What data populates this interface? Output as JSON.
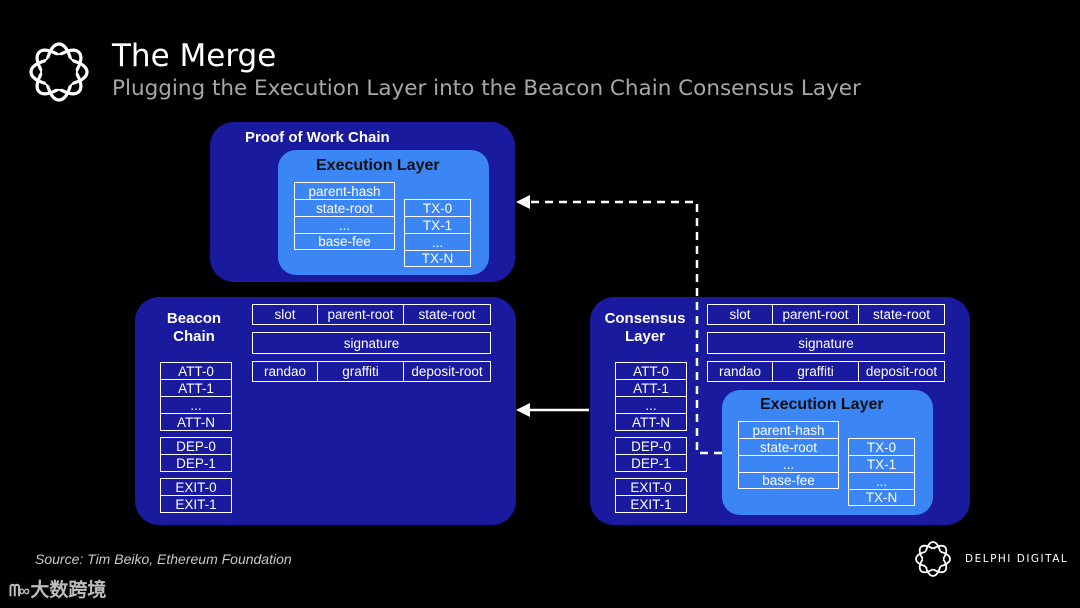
{
  "header": {
    "title": "The Merge",
    "subtitle": "Plugging the Execution Layer into the Beacon Chain Consensus Layer"
  },
  "pow_chain": {
    "label": "Proof of Work Chain",
    "execution": {
      "label": "Execution Layer",
      "header_fields": [
        "parent-hash",
        "state-root",
        "...",
        "base-fee"
      ],
      "transactions": [
        "TX-0",
        "TX-1",
        "...",
        "TX-N"
      ]
    }
  },
  "beacon_chain": {
    "label_line1": "Beacon",
    "label_line2": "Chain",
    "fields_row1": [
      "slot",
      "parent-root",
      "state-root"
    ],
    "signature": "signature",
    "fields_row3": [
      "randao",
      "graffiti",
      "deposit-root"
    ],
    "attestations": [
      "ATT-0",
      "ATT-1",
      "...",
      "ATT-N"
    ],
    "deposits": [
      "DEP-0",
      "DEP-1"
    ],
    "exits": [
      "EXIT-0",
      "EXIT-1"
    ]
  },
  "consensus_layer": {
    "label_line1": "Consensus",
    "label_line2": "Layer",
    "fields_row1": [
      "slot",
      "parent-root",
      "state-root"
    ],
    "signature": "signature",
    "fields_row3": [
      "randao",
      "graffiti",
      "deposit-root"
    ],
    "attestations": [
      "ATT-0",
      "ATT-1",
      "...",
      "ATT-N"
    ],
    "deposits": [
      "DEP-0",
      "DEP-1"
    ],
    "exits": [
      "EXIT-0",
      "EXIT-1"
    ],
    "execution": {
      "label": "Execution Layer",
      "header_fields": [
        "parent-hash",
        "state-root",
        "...",
        "base-fee"
      ],
      "transactions": [
        "TX-0",
        "TX-1",
        "...",
        "TX-N"
      ]
    }
  },
  "footer": {
    "source": "Source: Tim Beiko, Ethereum Foundation",
    "brand": "DELPHI DIGITAL",
    "watermark": "大数跨境"
  },
  "colors": {
    "background": "#000000",
    "chain_box": "#1a1a9e",
    "execution_box": "#3b85f5",
    "subtitle": "#a7a7ab"
  }
}
